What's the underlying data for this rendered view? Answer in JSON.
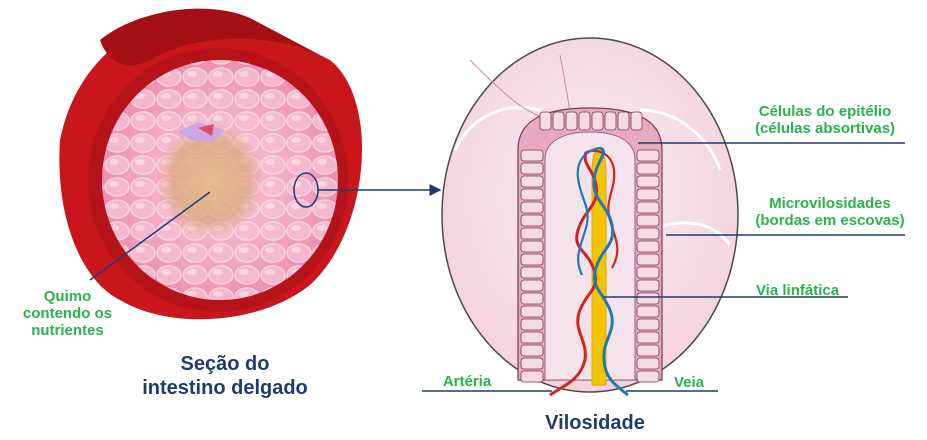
{
  "labels": {
    "quimo": [
      "Quimo",
      "contendo os",
      "nutrientes"
    ],
    "celulas_epitelio": [
      "Células do epitélio",
      "(células absortivas)"
    ],
    "microvilosidades": [
      "Microvilosidades",
      "(bordas em escovas)"
    ],
    "via_linfatica": "Via linfática",
    "arteria": "Artéria",
    "veia": "Veia"
  },
  "titles": {
    "secao": [
      "Seção do",
      "intestino delgado"
    ],
    "vilosidade": "Vilosidade"
  },
  "colors": {
    "label_green": "#2bb24c",
    "title_navy": "#1f3c6e",
    "leader_line": "#1f3c6e",
    "intestine_wall": "#c8161c",
    "mucosa_pink": "#f2a8c2",
    "chyme": "#d9a77a",
    "artery_red": "#d2231f",
    "vein_blue": "#1f7ab8",
    "lymph_yellow": "#f5c400"
  }
}
